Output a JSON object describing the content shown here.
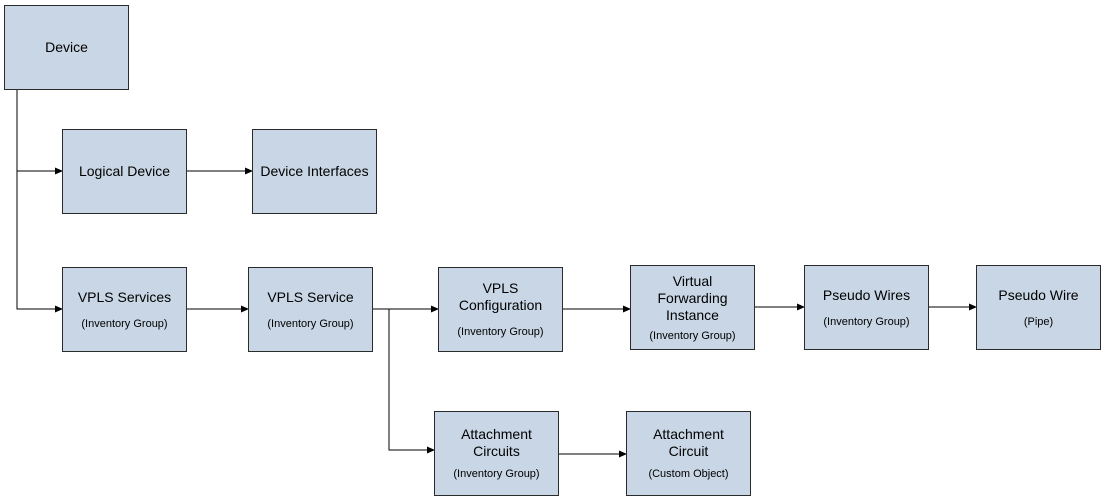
{
  "colors": {
    "node_fill": "#c8d6e5",
    "node_border": "#2b2b2b",
    "line": "#000000",
    "background": "#ffffff"
  },
  "nodes": {
    "device": {
      "title": "Device"
    },
    "logical_device": {
      "title": "Logical Device"
    },
    "device_interfaces": {
      "title": "Device Interfaces"
    },
    "vpls_services": {
      "title": "VPLS Services",
      "subtitle": "(Inventory Group)"
    },
    "vpls_service": {
      "title": "VPLS Service",
      "subtitle": "(Inventory Group)"
    },
    "vpls_configuration": {
      "title": "VPLS\nConfiguration",
      "subtitle": "(Inventory Group)"
    },
    "virtual_forwarding_instance": {
      "title": "Virtual\nForwarding\nInstance",
      "subtitle": "(Inventory Group)"
    },
    "pseudo_wires": {
      "title": "Pseudo Wires",
      "subtitle": "(Inventory Group)"
    },
    "pseudo_wire": {
      "title": "Pseudo Wire",
      "subtitle": "(Pipe)"
    },
    "attachment_circuits": {
      "title": "Attachment\nCircuits",
      "subtitle": "(Inventory Group)"
    },
    "attachment_circuit": {
      "title": "Attachment\nCircuit",
      "subtitle": "(Custom Object)"
    }
  },
  "edges": [
    {
      "from": "device",
      "to": "logical_device"
    },
    {
      "from": "device",
      "to": "vpls_services"
    },
    {
      "from": "logical_device",
      "to": "device_interfaces"
    },
    {
      "from": "vpls_services",
      "to": "vpls_service"
    },
    {
      "from": "vpls_service",
      "to": "vpls_configuration"
    },
    {
      "from": "vpls_service",
      "to": "attachment_circuits"
    },
    {
      "from": "vpls_configuration",
      "to": "virtual_forwarding_instance"
    },
    {
      "from": "virtual_forwarding_instance",
      "to": "pseudo_wires"
    },
    {
      "from": "pseudo_wires",
      "to": "pseudo_wire"
    },
    {
      "from": "attachment_circuits",
      "to": "attachment_circuit"
    }
  ]
}
